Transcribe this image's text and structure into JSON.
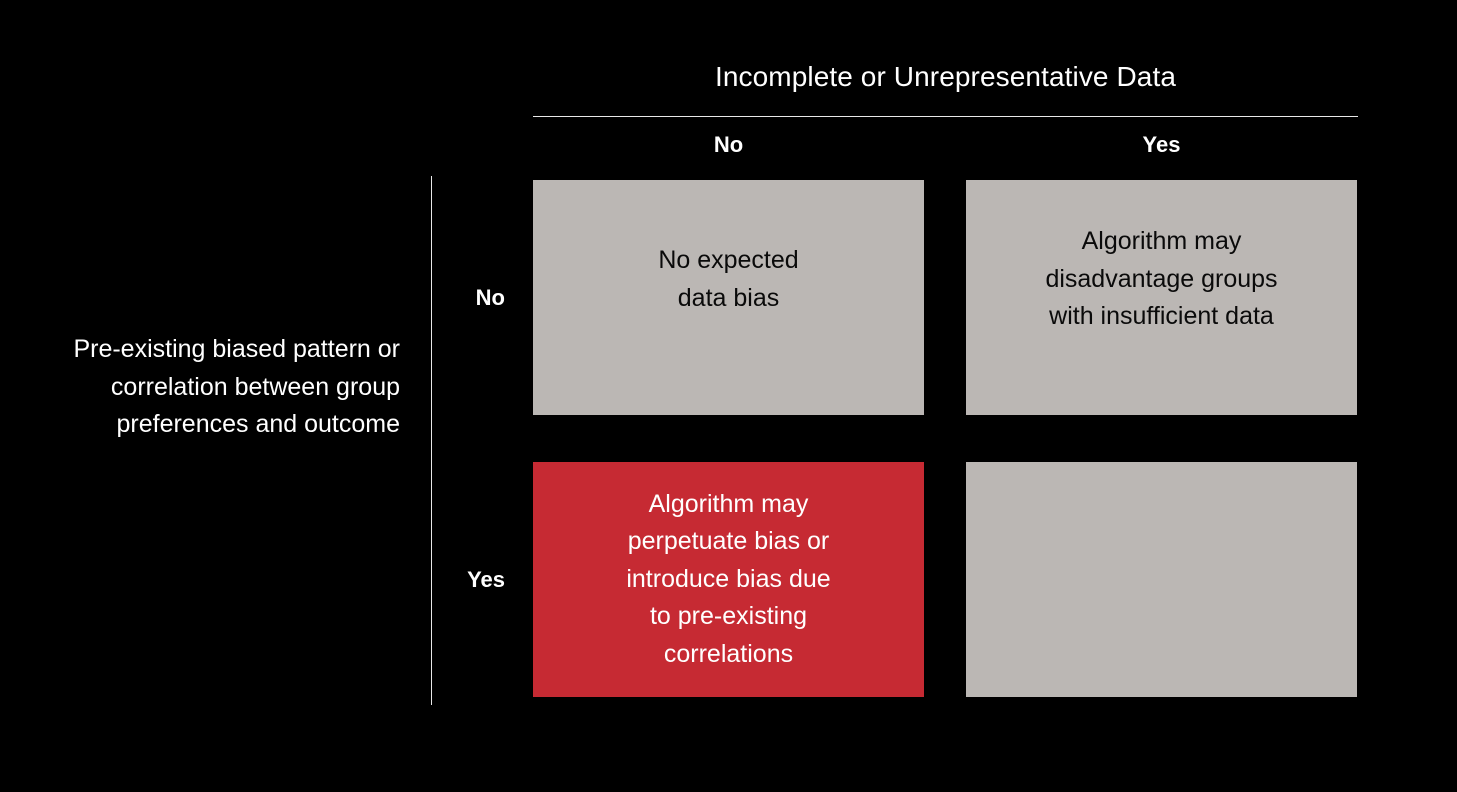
{
  "background_color": "#000000",
  "columns": {
    "group_title": "Incomplete or Unrepresentative Data",
    "headers": [
      "No",
      "Yes"
    ]
  },
  "rows": {
    "group_title": "Pre-existing biased pattern or correlation between group preferences and outcome",
    "headers": [
      "No",
      "Yes"
    ]
  },
  "palette": {
    "neutral_cell": "#bbb7b4",
    "highlight_cell": "#c62a33",
    "neutral_text": "#0a0a0a",
    "highlight_text": "#ffffff",
    "axis_line": "#e8e8e8",
    "label_text": "#ffffff"
  },
  "cells": [
    {
      "row": "No",
      "column": "No",
      "text": "No expected\ndata bias",
      "fill": "#bbb7b4",
      "text_color": "#0a0a0a",
      "highlighted": false
    },
    {
      "row": "No",
      "column": "Yes",
      "text": "Algorithm may\ndisadvantage groups\nwith insufficient data",
      "fill": "#bbb7b4",
      "text_color": "#0a0a0a",
      "highlighted": false
    },
    {
      "row": "Yes",
      "column": "No",
      "text": "Algorithm may\nperpetuate bias or\nintroduce bias due\nto pre-existing\ncorrelations",
      "fill": "#c62a33",
      "text_color": "#ffffff",
      "highlighted": true
    },
    {
      "row": "Yes",
      "column": "Yes",
      "text": "",
      "fill": "#bbb7b4",
      "text_color": "#0a0a0a",
      "highlighted": false
    }
  ]
}
